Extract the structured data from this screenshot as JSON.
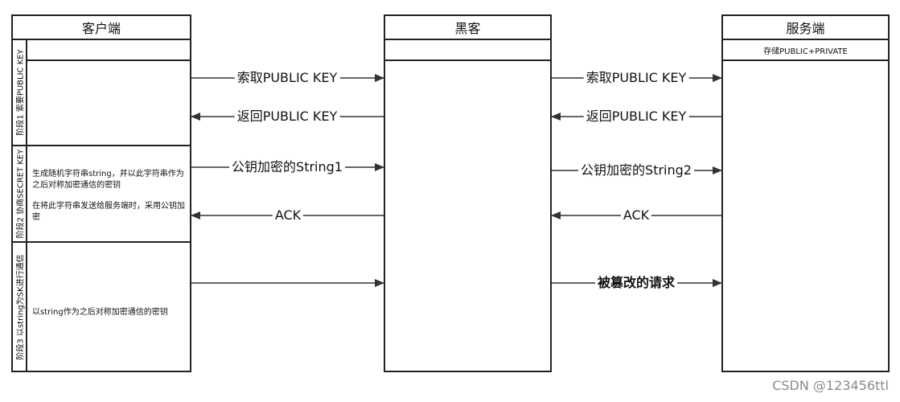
{
  "client": {
    "title": "客户端",
    "phases": [
      {
        "label": "阶段1 索要PUBLIC KEY",
        "text": []
      },
      {
        "label": "阶段2 协商SECRET KEY",
        "text": [
          "生成随机字符串string，并以此字符串作为之后对称加密通信的密钥",
          "在将此字符串发送给服务端时，采用公钥加密"
        ]
      },
      {
        "label": "阶段3 以string为SK进行通信",
        "text": [
          "以string作为之后对称加密通信的密钥"
        ]
      }
    ]
  },
  "hacker": {
    "title": "黑客"
  },
  "server": {
    "title": "服务端",
    "note": "存储PUBLIC+PRIVATE"
  },
  "messages": {
    "m1_left": "索取PUBLIC KEY",
    "m1_right": "索取PUBLIC KEY",
    "m2_left": "返回PUBLIC KEY",
    "m2_right": "返回PUBLIC KEY",
    "m3_left": "公钥加密的String1",
    "m3_right": "公钥加密的String2",
    "m4_left": "ACK",
    "m4_right": "ACK",
    "m5_left": "",
    "m5_right": "被篡改的请求"
  },
  "watermark": "CSDN @123456ttl"
}
